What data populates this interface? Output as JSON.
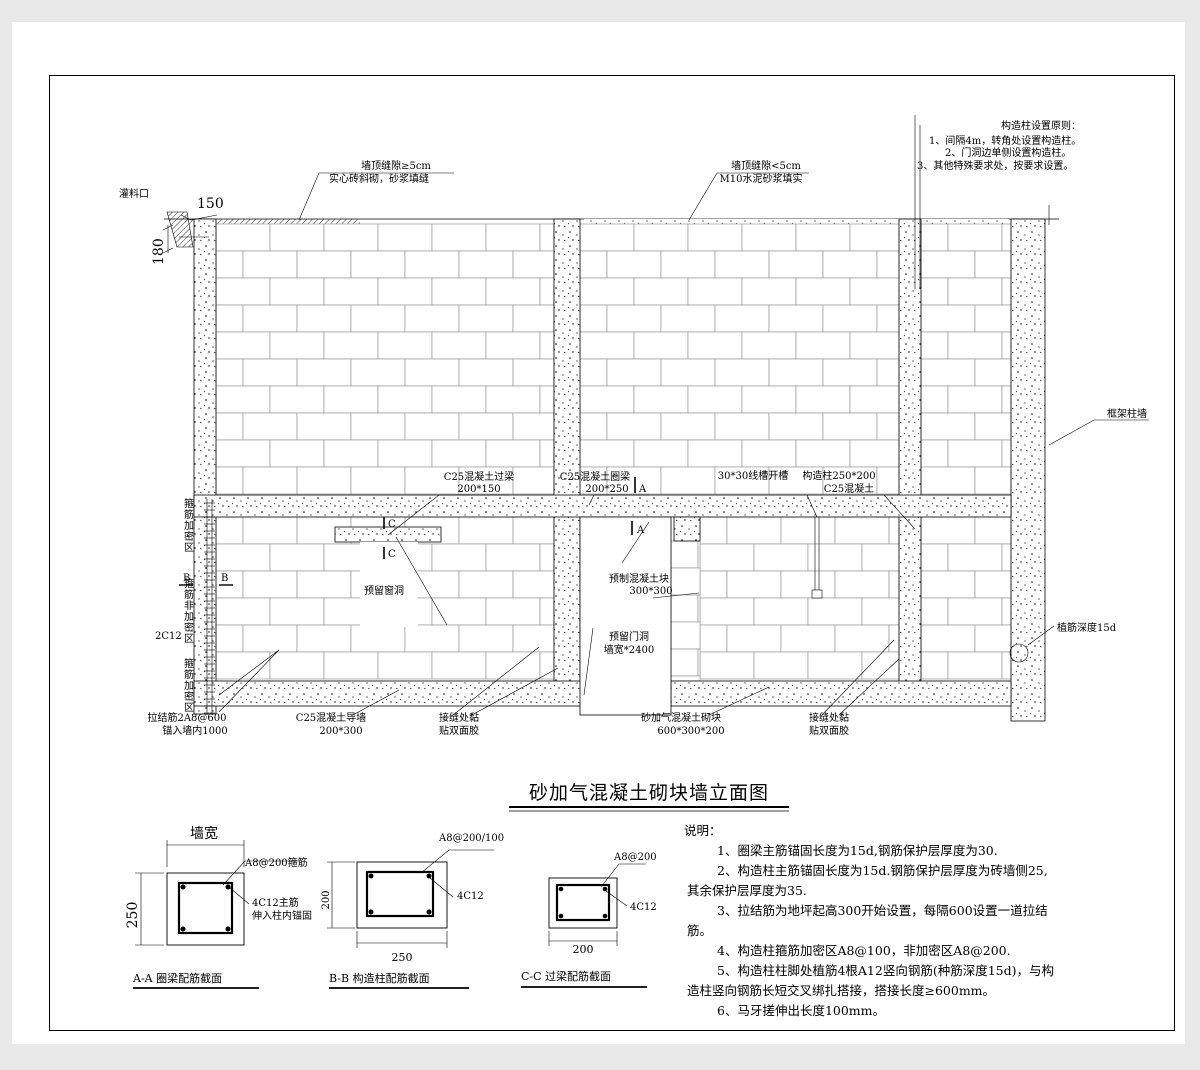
{
  "drawing": {
    "title": "砂加气混凝土砌块墙立面图",
    "col_rules": {
      "title": "构造柱设置原则：",
      "items": [
        "1、间隔4m，转角处设置构造柱。",
        "2、门洞边单侧设置构造柱。",
        "3、其他特殊要求处，按要求设置。"
      ]
    },
    "top_labels": {
      "gap_large_1": "墙顶缝隙≥5cm",
      "gap_large_2": "实心砖斜砌，砂浆填缝",
      "gap_small_1": "墙顶缝隙<5cm",
      "gap_small_2": "M10水泥砂浆填实",
      "pour_port": "灌料口",
      "dim_150": "150",
      "dim_180": "180"
    },
    "mid_labels": {
      "lintel_1": "C25混凝土过梁",
      "lintel_2": "200*150",
      "ring_1": "C25混凝土圈梁",
      "ring_2": "200*250",
      "groove": "30*30线槽开槽",
      "column_1": "构造柱250*200",
      "column_2": "C25混凝土",
      "frame_wall": "框架柱墙",
      "window": "预留窗洞",
      "precast_1": "预制混凝土块",
      "precast_2": "300*300",
      "door_1": "预留门洞",
      "door_2": "墙宽*2400",
      "plant_depth": "植筋深度15d",
      "sec_a": "A",
      "sec_b": "B",
      "sec_c": "C"
    },
    "left_labels": {
      "dense_top": [
        "箍",
        "筋",
        "加",
        "密",
        "区"
      ],
      "nondense": [
        "箍",
        "筋",
        "非",
        "加",
        "密",
        "区"
      ],
      "dense_bottom": [
        "箍",
        "筋",
        "加",
        "密",
        "区"
      ],
      "rebar_2c12": "2C12"
    },
    "bottom_labels": {
      "tie_1": "拉结筋2A8@600",
      "tie_2": "锚入墙内1000",
      "guide_1": "C25混凝土导墙",
      "guide_2": "200*300",
      "joint_1": "接缝处黏",
      "joint_2": "贴双面胶",
      "block_1": "砂加气混凝土砌块",
      "block_2": "600*300*200",
      "joint2_1": "接缝处黏",
      "joint2_2": "贴双面胶"
    },
    "sections": {
      "aa": {
        "width_label": "墙宽",
        "height_dim": "250",
        "stirrup": "A8@200箍筋",
        "main_1": "4C12主筋",
        "main_2": "伸入柱内锚固",
        "caption": "A-A  圈梁配筋截面"
      },
      "bb": {
        "stirrup": "A8@200/100",
        "height_dim": "200",
        "main": "4C12",
        "width_dim": "250",
        "caption": "B-B  构造柱配筋截面"
      },
      "cc": {
        "stirrup": "A8@200",
        "main": "4C12",
        "width_dim": "200",
        "caption": "C-C  过梁配筋截面"
      }
    },
    "notes": {
      "heading": "说明：",
      "lines": [
        "1、圈梁主筋锚固长度为15d,钢筋保护层厚度为30.",
        "2、构造柱主筋锚固长度为15d.钢筋保护层厚度为砖墙侧25,",
        "其余保护层厚度为35.",
        "3、拉结筋为地坪起高300开始设置，每隔600设置一道拉结",
        "筋。",
        "4、构造柱箍筋加密区A8@100，非加密区A8@200.",
        "5、构造柱柱脚处植筋4根A12竖向钢筋(种筋深度15d)，与构",
        "造柱竖向钢筋长短交叉绑扎搭接，搭接长度≥600mm。",
        "6、马牙搓伸出长度100mm。"
      ]
    }
  }
}
